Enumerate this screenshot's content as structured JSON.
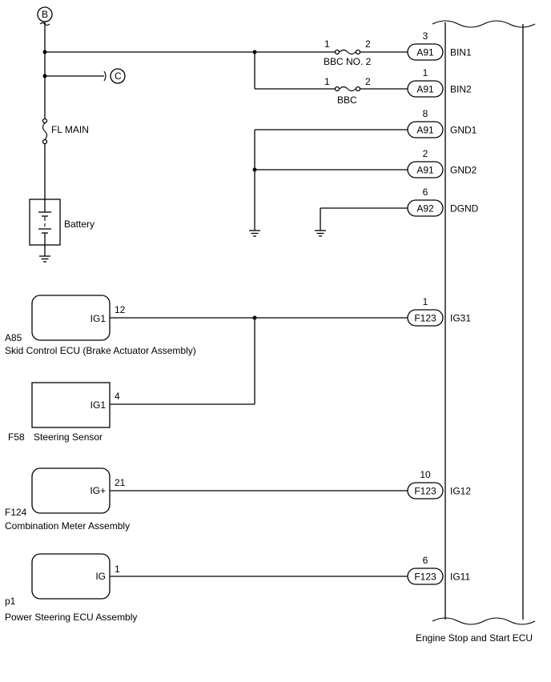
{
  "power": {
    "offpage_b": "B",
    "offpage_c": "C",
    "fl_main": "FL MAIN",
    "battery": "Battery"
  },
  "fuses": {
    "bbc_no2": {
      "label": "BBC NO. 2",
      "pin_in": "1",
      "pin_out": "2"
    },
    "bbc": {
      "label": "BBC",
      "pin_in": "1",
      "pin_out": "2"
    }
  },
  "ecu": {
    "name": "Engine Stop and Start ECU",
    "terminals": [
      {
        "connector": "A91",
        "pin": "3",
        "name": "BIN1"
      },
      {
        "connector": "A91",
        "pin": "1",
        "name": "BIN2"
      },
      {
        "connector": "A91",
        "pin": "8",
        "name": "GND1"
      },
      {
        "connector": "A91",
        "pin": "2",
        "name": "GND2"
      },
      {
        "connector": "A92",
        "pin": "6",
        "name": "DGND"
      },
      {
        "connector": "F123",
        "pin": "1",
        "name": "IG31"
      },
      {
        "connector": "F123",
        "pin": "10",
        "name": "IG12"
      },
      {
        "connector": "F123",
        "pin": "6",
        "name": "IG11"
      }
    ]
  },
  "components": [
    {
      "code": "A85",
      "name": "Skid Control ECU (Brake Actuator Assembly)",
      "terminal": "IG1",
      "pin": "12"
    },
    {
      "code": "F58",
      "name": "Steering Sensor",
      "terminal": "IG1",
      "pin": "4"
    },
    {
      "code": "F124",
      "name": "Combination Meter Assembly",
      "terminal": "IG+",
      "pin": "21"
    },
    {
      "code": "p1",
      "name": "Power Steering ECU Assembly",
      "terminal": "IG",
      "pin": "1"
    }
  ]
}
